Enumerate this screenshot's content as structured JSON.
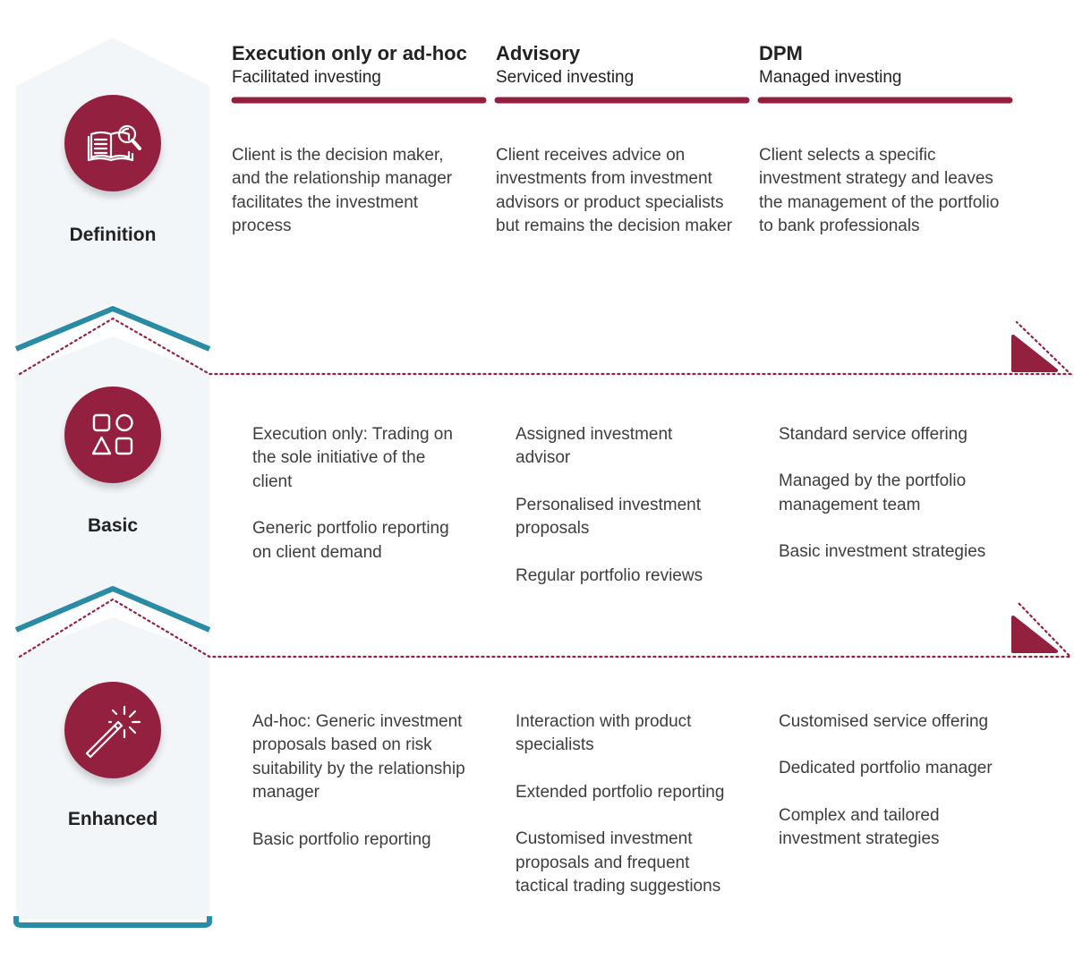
{
  "columns": [
    {
      "title": "Execution only or ad-hoc",
      "subtitle": "Facilitated investing"
    },
    {
      "title": "Advisory",
      "subtitle": "Serviced investing"
    },
    {
      "title": "DPM",
      "subtitle": "Managed investing"
    }
  ],
  "rows": [
    {
      "label": "Definition",
      "icon": "book-search-icon",
      "cells": [
        [
          "Client is the decision maker, and the relationship manager facilitates the investment process"
        ],
        [
          "Client receives advice on investments from investment advisors or product specialists but remains the decision maker"
        ],
        [
          "Client selects a specific investment strategy and leaves the management of the portfolio to bank professionals"
        ]
      ]
    },
    {
      "label": "Basic",
      "icon": "shapes-icon",
      "cells": [
        [
          "Execution only: Trading on the sole initiative of the client",
          "Generic portfolio reporting on client demand"
        ],
        [
          "Assigned investment advisor",
          "Personalised investment proposals",
          "Regular portfolio reviews"
        ],
        [
          "Standard service offering",
          "Managed by the portfolio management team",
          "Basic investment strategies"
        ]
      ]
    },
    {
      "label": "Enhanced",
      "icon": "magic-wand-icon",
      "cells": [
        [
          "Ad-hoc: Generic investment proposals based on risk suitability by the relationship manager",
          "Basic portfolio reporting"
        ],
        [
          "Interaction with product specialists",
          "Extended portfolio reporting",
          "Customised investment proposals and frequent tactical trading suggestions"
        ],
        [
          "Customised service offering",
          "Dedicated portfolio manager",
          "Complex and tailored investment strategies"
        ]
      ]
    }
  ],
  "colors": {
    "accent": "#94203f",
    "teal": "#2a8ba5",
    "panel": "#f3f6f9"
  }
}
